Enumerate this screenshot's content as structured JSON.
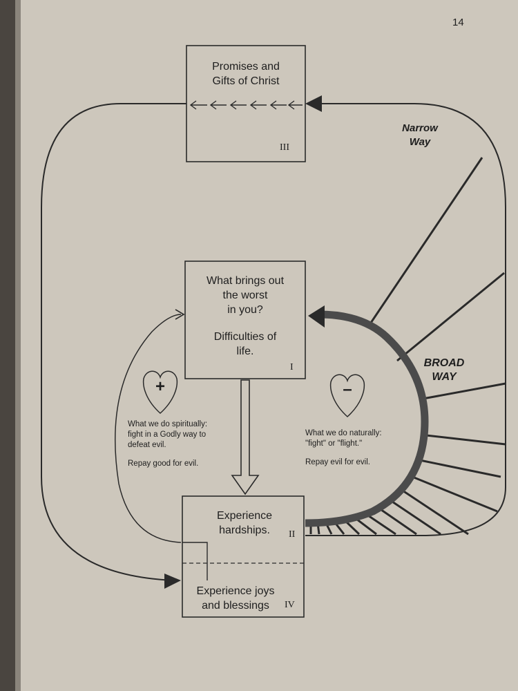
{
  "page_number": "14",
  "box_iii": {
    "title_line1": "Promises and",
    "title_line2": "Gifts of Christ",
    "numeral": "III"
  },
  "narrow_way": {
    "line1": "Narrow",
    "line2": "Way"
  },
  "broad_way": {
    "line1": "BROAD",
    "line2": "WAY"
  },
  "box_i": {
    "line1": "What brings out",
    "line2": "the worst",
    "line3": "in you?",
    "line4": "Difficulties of",
    "line5": "life.",
    "numeral": "I"
  },
  "plus_heart": {
    "symbol": "+"
  },
  "minus_heart": {
    "symbol": "–"
  },
  "spiritual_note": {
    "line1": "What we do spiritually:",
    "line2": "fight in a Godly way to",
    "line3": "defeat evil.",
    "line4": "Repay good for evil."
  },
  "natural_note": {
    "line1": "What we do naturally:",
    "line2": "\"fight\" or \"flight.\"",
    "line3": "Repay evil for evil."
  },
  "box_ii": {
    "line1": "Experience",
    "line2": "hardships.",
    "numeral": "II"
  },
  "box_iv": {
    "line1": "Experience joys",
    "line2": "and blessings",
    "numeral": "IV"
  }
}
